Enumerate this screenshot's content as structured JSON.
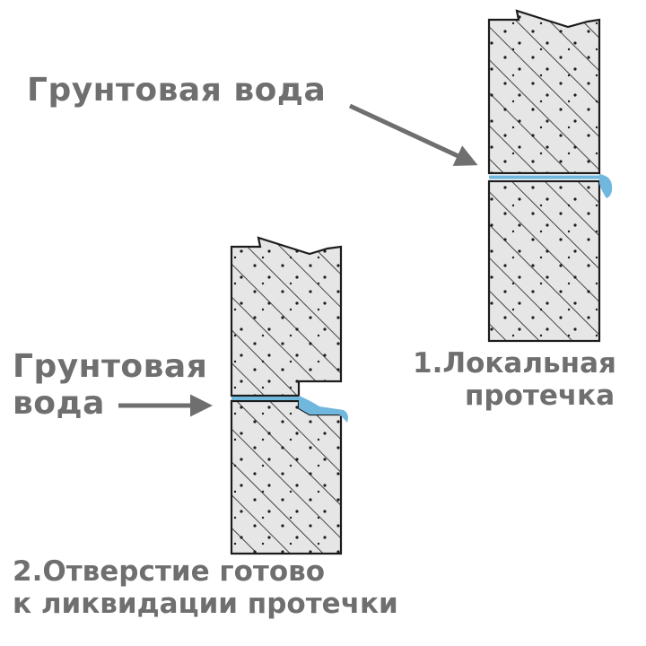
{
  "labels": {
    "groundwater_top": "Грунтовая вода",
    "groundwater_mid_line1": "Грунтовая",
    "groundwater_mid_line2": "вода",
    "caption1_line1": "1.Локальная",
    "caption1_line2": "протечка",
    "caption2_line1": "2.Отверстие готово",
    "caption2_line2": "к ликвидации протечки"
  },
  "colors": {
    "wall_fill": "#e6e6e6",
    "wall_stroke": "#1c1c1c",
    "water": "#6fb7dd",
    "arrow": "#6f6f6f",
    "text": "#6f6f6f"
  }
}
